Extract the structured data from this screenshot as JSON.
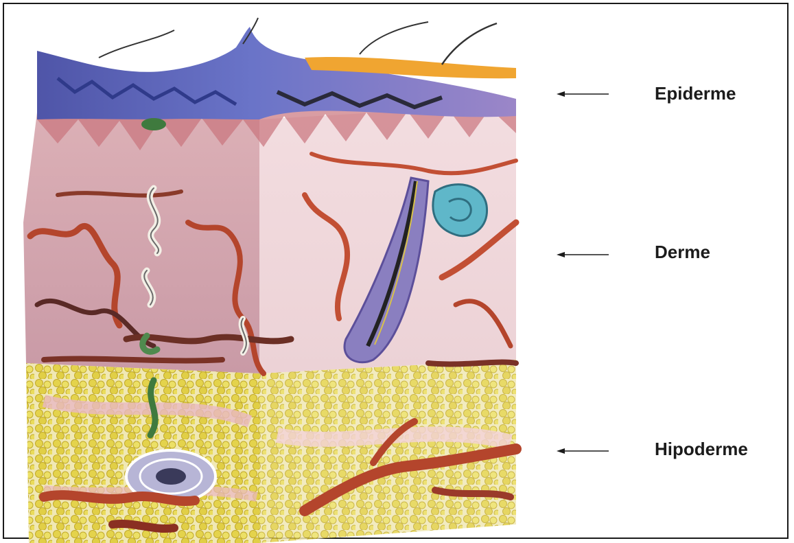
{
  "labels": [
    {
      "id": "epiderme",
      "text": "Epiderme"
    },
    {
      "id": "derme",
      "text": "Derme"
    },
    {
      "id": "hipoderme",
      "text": "Hipoderme"
    }
  ],
  "icons": {
    "arrow": "left-arrow-icon",
    "illustration": "skin-cross-section-illustration"
  },
  "colors": {
    "epidermis": "#6b63b8",
    "dermis": "#d9a6b4",
    "hypodermis_fat": "#e8dc5a",
    "blood_vessel": "#b4452c",
    "gland": "#5fb7c9",
    "arrow": "#1b1b1b"
  }
}
